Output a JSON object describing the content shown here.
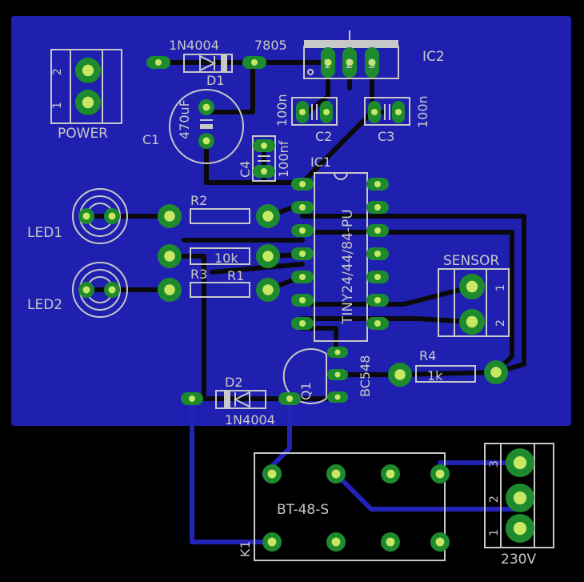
{
  "colors": {
    "background": "#000000",
    "copper_pour": "#2020b0",
    "pad": "#1e8a2e",
    "drill": "#c8e864",
    "silkscreen": "#c8c8c8",
    "bottom_trace": "#2323b8"
  },
  "labels": {
    "d1_part": "1N4004",
    "d1_ref": "D1",
    "c1_value": "470uF",
    "c1_ref": "C1",
    "ic2_part": "7805",
    "ic2_ref": "IC2",
    "ic2_pin1": "1",
    "ic2_pin2": "2",
    "ic2_pin3": "3",
    "c2_value": "100n",
    "c2_ref": "C2",
    "c3_value": "100n",
    "c3_ref": "C3",
    "c4_value": "100nf",
    "c4_ref": "C4",
    "ic1_ref": "IC1",
    "ic1_part": "TINY24/44/84-PU",
    "power_label": "POWER",
    "power_pin2": "2",
    "power_pin1": "1",
    "led1": "LED1",
    "led2": "LED2",
    "r2_ref": "R2",
    "r3_ref": "R3",
    "r1_ref": "R1",
    "r1_value": "10k",
    "sensor_label": "SENSOR",
    "sensor_pin1": "1",
    "sensor_pin2": "2",
    "q1_ref": "Q1",
    "q1_part": "BC548",
    "r4_ref": "R4",
    "r4_value": "1k",
    "d2_ref": "D2",
    "d2_part": "1N4004",
    "relay_part": "BT-48-S",
    "relay_ref": "K1",
    "mains_label": "230V",
    "mains_pin3": "3",
    "mains_pin2": "2",
    "mains_pin1": "1"
  }
}
